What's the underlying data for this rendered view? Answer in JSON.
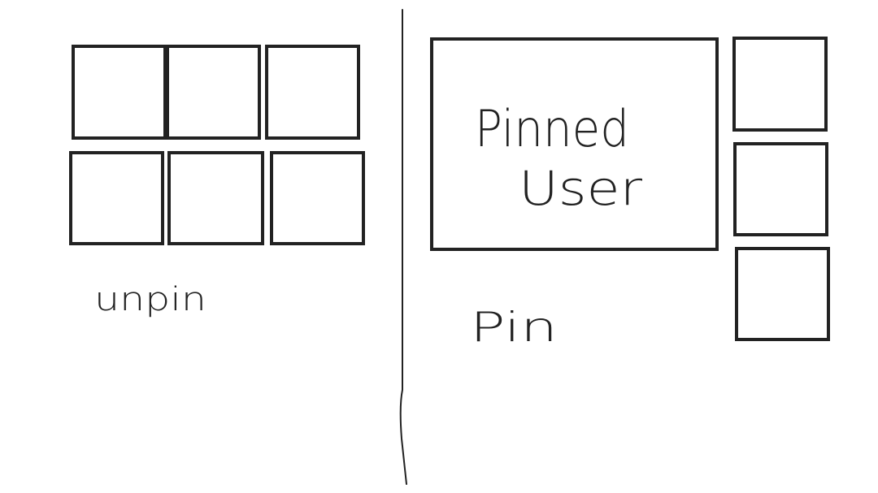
{
  "colors": {
    "background": "#ffffff",
    "ink": "#222222"
  },
  "panels": {
    "unpin": {
      "label": "unpin",
      "tile_count": 6
    },
    "pin": {
      "label": "Pin",
      "pinned_tile_text_line1": "Pinned",
      "pinned_tile_text_line2": "User",
      "side_tile_count": 3
    }
  }
}
